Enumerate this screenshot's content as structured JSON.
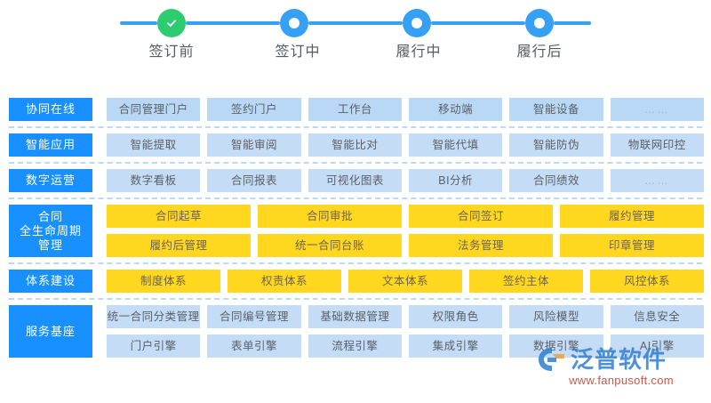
{
  "stepper": {
    "steps": [
      {
        "label": "签订前",
        "state": "done",
        "icon": "check-icon"
      },
      {
        "label": "签订中",
        "state": "pending",
        "icon": "ring-icon"
      },
      {
        "label": "履行中",
        "state": "pending",
        "icon": "ring-icon"
      },
      {
        "label": "履行后",
        "state": "pending",
        "icon": "ring-icon"
      }
    ],
    "colors": {
      "done": "#2ecc71",
      "pending": "#36a0f5",
      "track": "#36a0f5"
    }
  },
  "colors": {
    "category": "#1890ff",
    "cell_blue_dark": "#b9d8f5",
    "cell_blue_light": "#c5dcf7",
    "cell_yellow": "#ffd71e",
    "divider": "#bcd9f3"
  },
  "bands": [
    {
      "category": "协同在线",
      "style": "blue-a",
      "rows": [
        [
          "合同管理门户",
          "签约门户",
          "工作台",
          "移动端",
          "智能设备",
          "……"
        ]
      ]
    },
    {
      "category": "智能应用",
      "style": "blue-b",
      "rows": [
        [
          "智能提取",
          "智能审阅",
          "智能比对",
          "智能代填",
          "智能防伪",
          "物联网印控"
        ]
      ]
    },
    {
      "category": "数字运营",
      "style": "blue-b",
      "rows": [
        [
          "数字看板",
          "合同报表",
          "可视化图表",
          "BI分析",
          "合同绩效",
          "……"
        ]
      ]
    },
    {
      "category": "合同\n全生命周期\n管理",
      "style": "yellow",
      "rows": [
        [
          "合同起草",
          "合同审批",
          "合同签订",
          "履约管理"
        ],
        [
          "履约后管理",
          "统一合同台账",
          "法务管理",
          "印章管理"
        ]
      ]
    },
    {
      "category": "体系建设",
      "style": "yellow",
      "rows": [
        [
          "制度体系",
          "权责体系",
          "文本体系",
          "签约主体",
          "风控体系"
        ]
      ]
    },
    {
      "category": "服务基座",
      "style": "blue-b",
      "rows": [
        [
          "统一合同分类管理",
          "合同编号管理",
          "基础数据管理",
          "权限角色",
          "风险模型",
          "信息安全"
        ],
        [
          "门户引擎",
          "表单引擎",
          "流程引擎",
          "集成引擎",
          "数据引擎",
          "AI引擎"
        ]
      ]
    }
  ],
  "watermark": {
    "brand": "泛普软件",
    "url": "www.fanpusoft.com"
  }
}
